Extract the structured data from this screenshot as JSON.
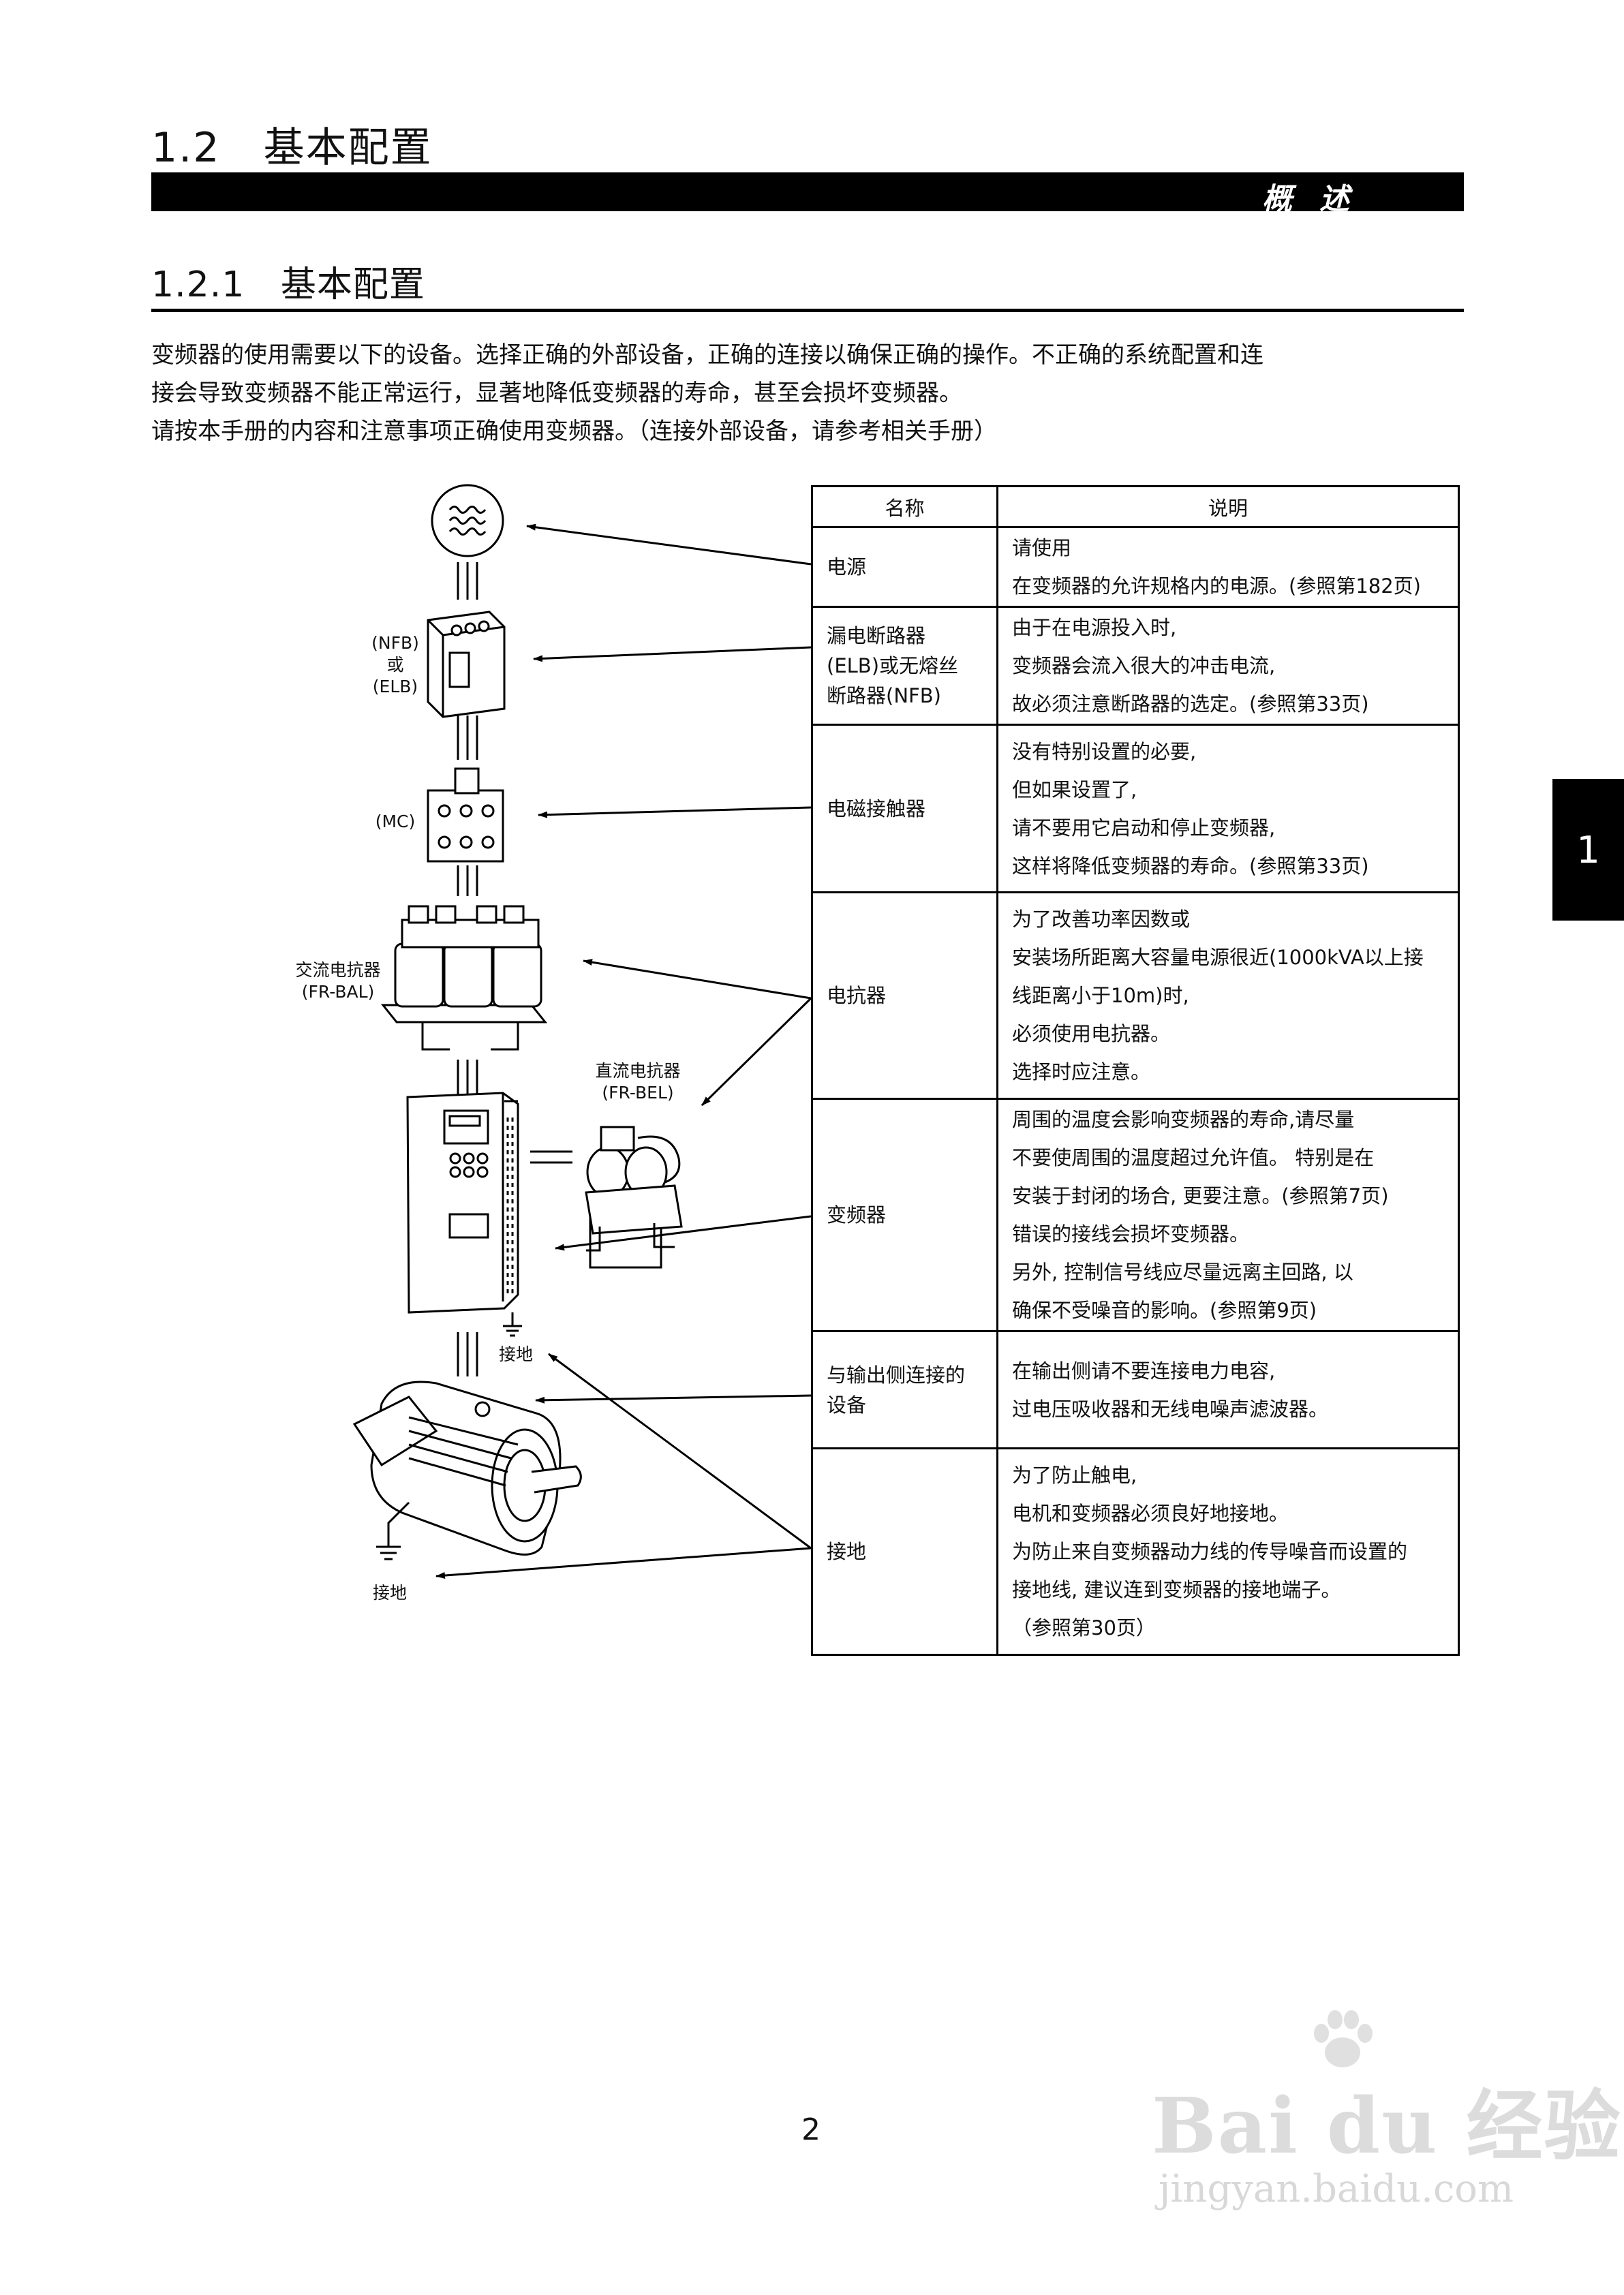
{
  "heading": "1.2   基本配置",
  "section_bar": "概述",
  "subheading": "1.2.1   基本配置",
  "intro": [
    "变频器的使用需要以下的设备。选择正确的外部设备，正确的连接以确保正确的操作。不正确的系统配置和连",
    "接会导致变频器不能正常运行，显著地降低变频器的寿命，甚至会损坏变频器。",
    "请按本手册的内容和注意事项正确使用变频器。（连接外部设备，请参考相关手册）"
  ],
  "side_tab": "1",
  "diagram_labels": {
    "nfb": "(NFB)",
    "or": "或",
    "elb": "(ELB)",
    "mc": "(MC)",
    "ac_reactor": "交流电抗器",
    "ac_reactor_model": "(FR-BAL)",
    "dc_reactor": "直流电抗器",
    "dc_reactor_model": "(FR-BEL)",
    "ground_inverter": "接地",
    "ground_motor": "接地"
  },
  "table": {
    "headers": [
      "名称",
      "说明"
    ],
    "rows": [
      {
        "name": [
          "电源"
        ],
        "desc": [
          "请使用",
          "在变频器的允许规格内的电源。(参照第182页)"
        ]
      },
      {
        "name": [
          "漏电断路器",
          "(ELB)或无熔丝",
          "断路器(NFB)"
        ],
        "desc": [
          "由于在电源投入时,",
          "变频器会流入很大的冲击电流,",
          "故必须注意断路器的选定。(参照第33页)"
        ]
      },
      {
        "name": [
          "电磁接触器"
        ],
        "desc": [
          "没有特别设置的必要,",
          "但如果设置了,",
          "请不要用它启动和停止变频器,",
          "这样将降低变频器的寿命。(参照第33页)"
        ]
      },
      {
        "name": [
          "电抗器"
        ],
        "desc": [
          "为了改善功率因数或",
          "安装场所距离大容量电源很近(1000kVA以上接",
          "线距离小于10m)时,",
          "必须使用电抗器。",
          "选择时应注意。"
        ]
      },
      {
        "name": [
          "变频器"
        ],
        "desc": [
          "周围的温度会影响变频器的寿命,请尽量",
          "不要使周围的温度超过允许值。 特别是在",
          "安装于封闭的场合, 更要注意。(参照第7页)",
          "错误的接线会损坏变频器。",
          "另外, 控制信号线应尽量远离主回路, 以",
          "确保不受噪音的影响。(参照第9页)"
        ]
      },
      {
        "name": [
          "与输出侧连接的",
          "设备"
        ],
        "desc": [
          "在输出侧请不要连接电力电容,",
          "过电压吸收器和无线电噪声滤波器。"
        ]
      },
      {
        "name": [
          "接地"
        ],
        "desc": [
          "为了防止触电,",
          "电机和变频器必须良好地接地。",
          "为防止来自变频器动力线的传导噪音而设置的",
          "接地线, 建议连到变频器的接地端子。",
          "（参照第30页）"
        ]
      }
    ]
  },
  "page_number": "2",
  "watermark": {
    "brand": "Bai du 经验",
    "url": "jingyan.baidu.com"
  }
}
